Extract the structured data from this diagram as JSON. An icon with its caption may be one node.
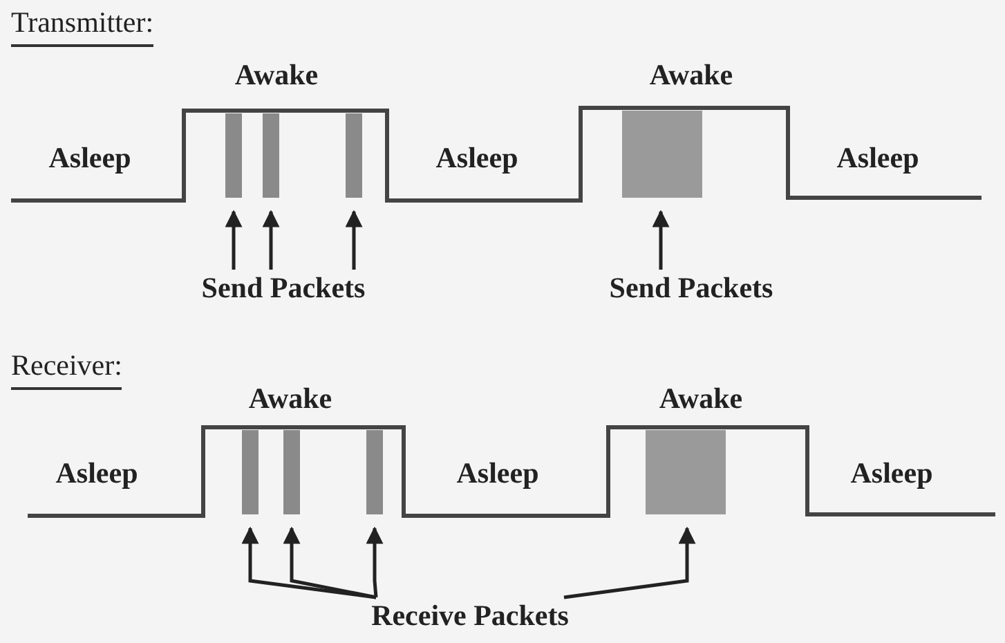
{
  "diagram": {
    "nodes": [
      {
        "text": [],
        "shape": "bar"
      },
      {
        "text": [],
        "shape": "bar"
      },
      {
        "text": [],
        "shape": "bar"
      },
      {
        "text": [],
        "shape": "bar"
      },
      {
        "text": [
          "Send Packets"
        ]
      },
      {
        "text": [
          "Send Packets"
        ]
      },
      {
        "text": [],
        "shape": "bar"
      },
      {
        "text": [],
        "shape": "bar"
      },
      {
        "text": [],
        "shape": "bar"
      },
      {
        "text": [],
        "shape": "bar"
      },
      {
        "text": [
          "Receive Packets"
        ]
      }
    ],
    "edges": [
      {
        "from": 4,
        "to": 0,
        "arrow": "to"
      },
      {
        "from": 4,
        "to": 1,
        "arrow": "to"
      },
      {
        "from": 4,
        "to": 2,
        "arrow": "to"
      },
      {
        "from": 5,
        "to": 3,
        "arrow": "to"
      },
      {
        "from": 10,
        "to": 6,
        "arrow": "to"
      },
      {
        "from": 10,
        "to": 7,
        "arrow": "to"
      },
      {
        "from": 10,
        "to": 8,
        "arrow": "to"
      },
      {
        "from": 10,
        "to": 9,
        "arrow": "to"
      }
    ],
    "labels": [
      "Transmitter:",
      "Awake",
      "Awake",
      "Asleep",
      "Asleep",
      "Asleep",
      "Receiver:",
      "Awake",
      "Awake",
      "Asleep",
      "Asleep",
      "Asleep"
    ]
  }
}
